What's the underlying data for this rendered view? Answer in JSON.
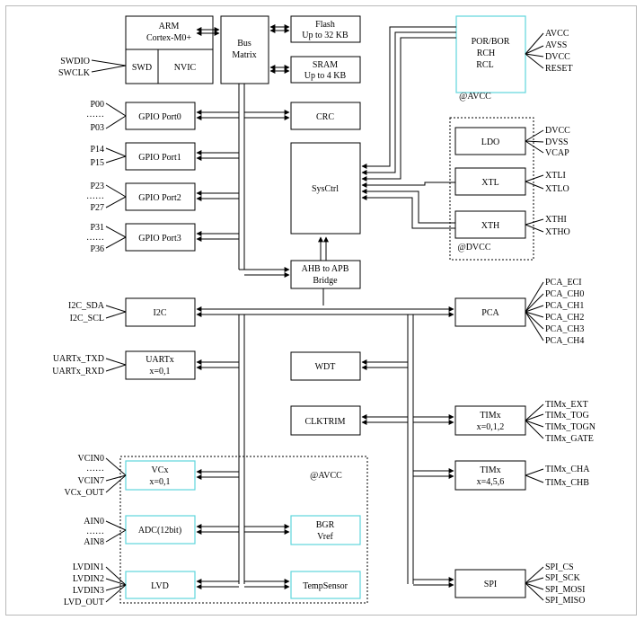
{
  "blocks": {
    "cpu_core": [
      "ARM",
      "Cortex-M0+"
    ],
    "swd": "SWD",
    "nvic": "NVIC",
    "bus_matrix": [
      "Bus",
      "Matrix"
    ],
    "flash": [
      "Flash",
      "Up to 32 KB"
    ],
    "sram": [
      "SRAM",
      "Up to 4 KB"
    ],
    "crc": "CRC",
    "sysctrl": "SysCtrl",
    "ahb_apb_bridge": [
      "AHB to APB",
      "Bridge"
    ],
    "gpio_port0": "GPIO Port0",
    "gpio_port1": "GPIO Port1",
    "gpio_port2": "GPIO Port2",
    "gpio_port3": "GPIO Port3",
    "por_bor": [
      "POR/BOR",
      "RCH",
      "RCL"
    ],
    "avcc_label_top": "@AVCC",
    "ldo": "LDO",
    "xtl": "XTL",
    "xth": "XTH",
    "dvcc_label": "@DVCC",
    "i2c": "I2C",
    "pca": "PCA",
    "uartx": [
      "UARTx",
      "x=0,1"
    ],
    "wdt": "WDT",
    "clktrim": "CLKTRIM",
    "timx_012": [
      "TIMx",
      "x=0,1,2"
    ],
    "timx_456": [
      "TIMx",
      "x=4,5,6"
    ],
    "vcx": [
      "VCx",
      "x=0,1"
    ],
    "avcc_label_analog": "@AVCC",
    "adc": "ADC(12bit)",
    "bgr": [
      "BGR",
      "Vref"
    ],
    "lvd": "LVD",
    "tempsensor": "TempSensor",
    "spi": "SPI"
  },
  "pins": {
    "swd": [
      "SWDIO",
      "SWCLK"
    ],
    "port0": [
      "P00",
      "……",
      "P03"
    ],
    "port1": [
      "P14",
      "P15"
    ],
    "port2": [
      "P23",
      "……",
      "P27"
    ],
    "port3": [
      "P31",
      "……",
      "P36"
    ],
    "power": [
      "AVCC",
      "AVSS",
      "DVCC",
      "RESET"
    ],
    "ldo": [
      "DVCC",
      "DVSS",
      "VCAP"
    ],
    "xtl": [
      "XTLI",
      "XTLO"
    ],
    "xth": [
      "XTHI",
      "XTHO"
    ],
    "i2c": [
      "I2C_SDA",
      "I2C_SCL"
    ],
    "pca": [
      "PCA_ECI",
      "PCA_CH0",
      "PCA_CH1",
      "PCA_CH2",
      "PCA_CH3",
      "PCA_CH4"
    ],
    "uart": [
      "UARTx_TXD",
      "UARTx_RXD"
    ],
    "tim_012": [
      "TIMx_EXT",
      "TIMx_TOG",
      "TIMx_TOGN",
      "TIMx_GATE"
    ],
    "tim_456": [
      "TIMx_CHA",
      "TIMx_CHB"
    ],
    "vc": [
      "VCIN0",
      "……",
      "VCIN7",
      "VCx_OUT"
    ],
    "adc": [
      "AIN0",
      "……",
      "AIN8"
    ],
    "lvd": [
      "LVDIN1",
      "LVDIN2",
      "LVDIN3",
      "LVD_OUT"
    ],
    "spi": [
      "SPI_CS",
      "SPI_SCK",
      "SPI_MOSI",
      "SPI_MISO"
    ]
  },
  "colors": {
    "line": "#000000",
    "cyan_box": "#5fd6dc",
    "frame": "#b9b9b9"
  }
}
